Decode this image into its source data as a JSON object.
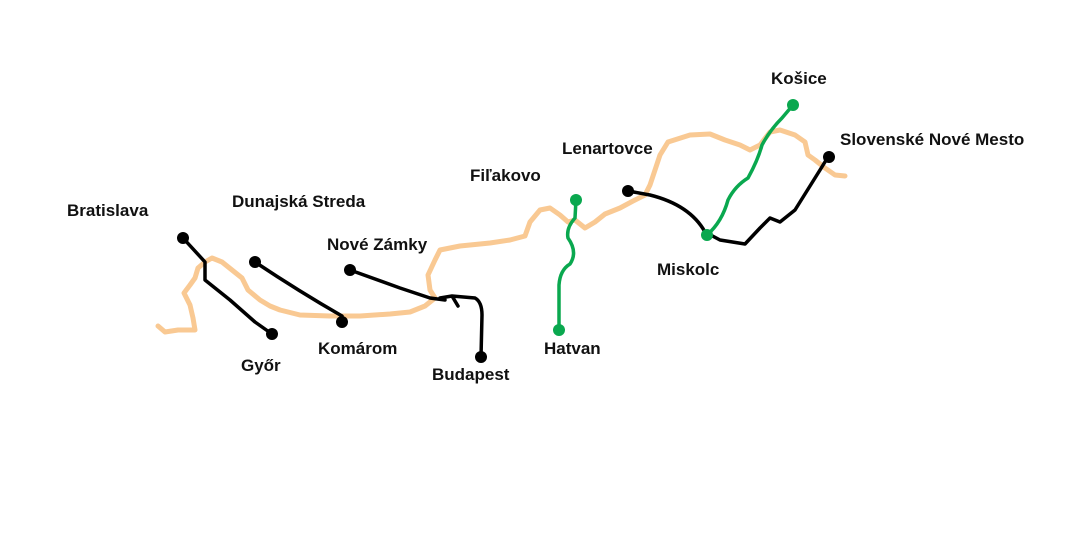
{
  "colors": {
    "border": "#f9c993",
    "black_line": "#000000",
    "green_line": "#0aa84f"
  },
  "stations": {
    "bratislava": "Bratislava",
    "dunajska_streda": "Dunajská Streda",
    "nove_zamky": "Nové Zámky",
    "gyor": "Győr",
    "komarom": "Komárom",
    "budapest": "Budapest",
    "filakovo": "Fiľakovo",
    "hatvan": "Hatvan",
    "lenartovce": "Lenartovce",
    "miskolc": "Miskolc",
    "kosice": "Košice",
    "slovenske_nove_mesto": "Slovenské Nové Mesto"
  }
}
